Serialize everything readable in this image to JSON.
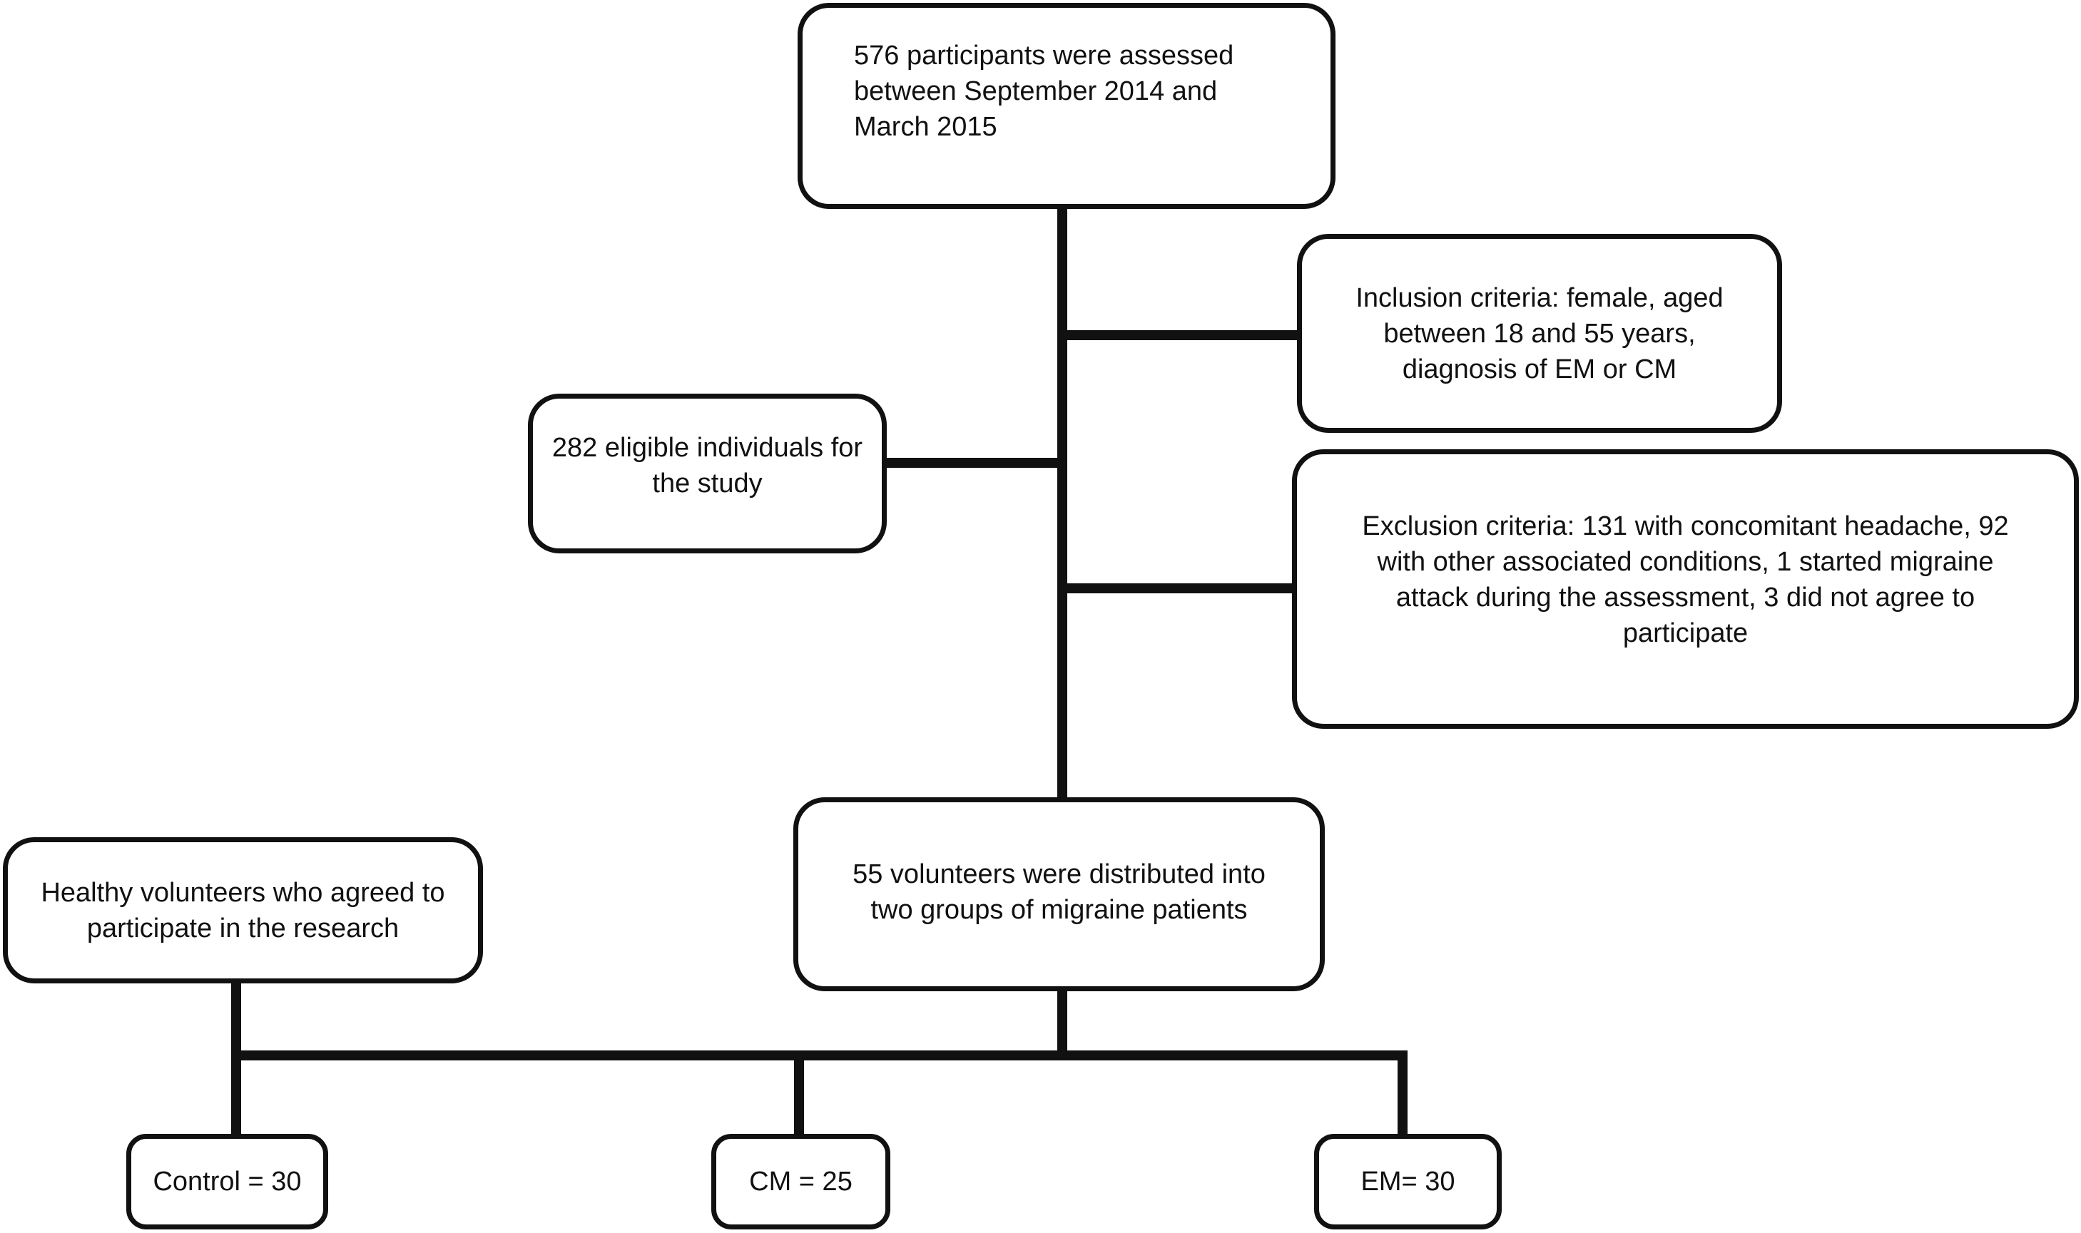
{
  "diagram": {
    "assessed": "576 participants were assessed\nbetween September 2014 and\nMarch 2015",
    "inclusion": "Inclusion criteria: female, aged\nbetween 18 and 55 years,\ndiagnosis of EM or CM",
    "eligible": "282 eligible individuals for\nthe study",
    "exclusion": "Exclusion criteria: 131 with concomitant headache, 92\nwith other associated conditions, 1 started migraine\nattack during the assessment, 3 did not agree to\nparticipate",
    "distributed": "55 volunteers were  distributed into\ntwo groups of migraine patients",
    "healthy": "Healthy volunteers who agreed to\nparticipate in the research",
    "control": "Control = 30",
    "cm": "CM = 25",
    "em": "EM= 30"
  },
  "colors": {
    "line": "#111111",
    "background": "#ffffff"
  }
}
